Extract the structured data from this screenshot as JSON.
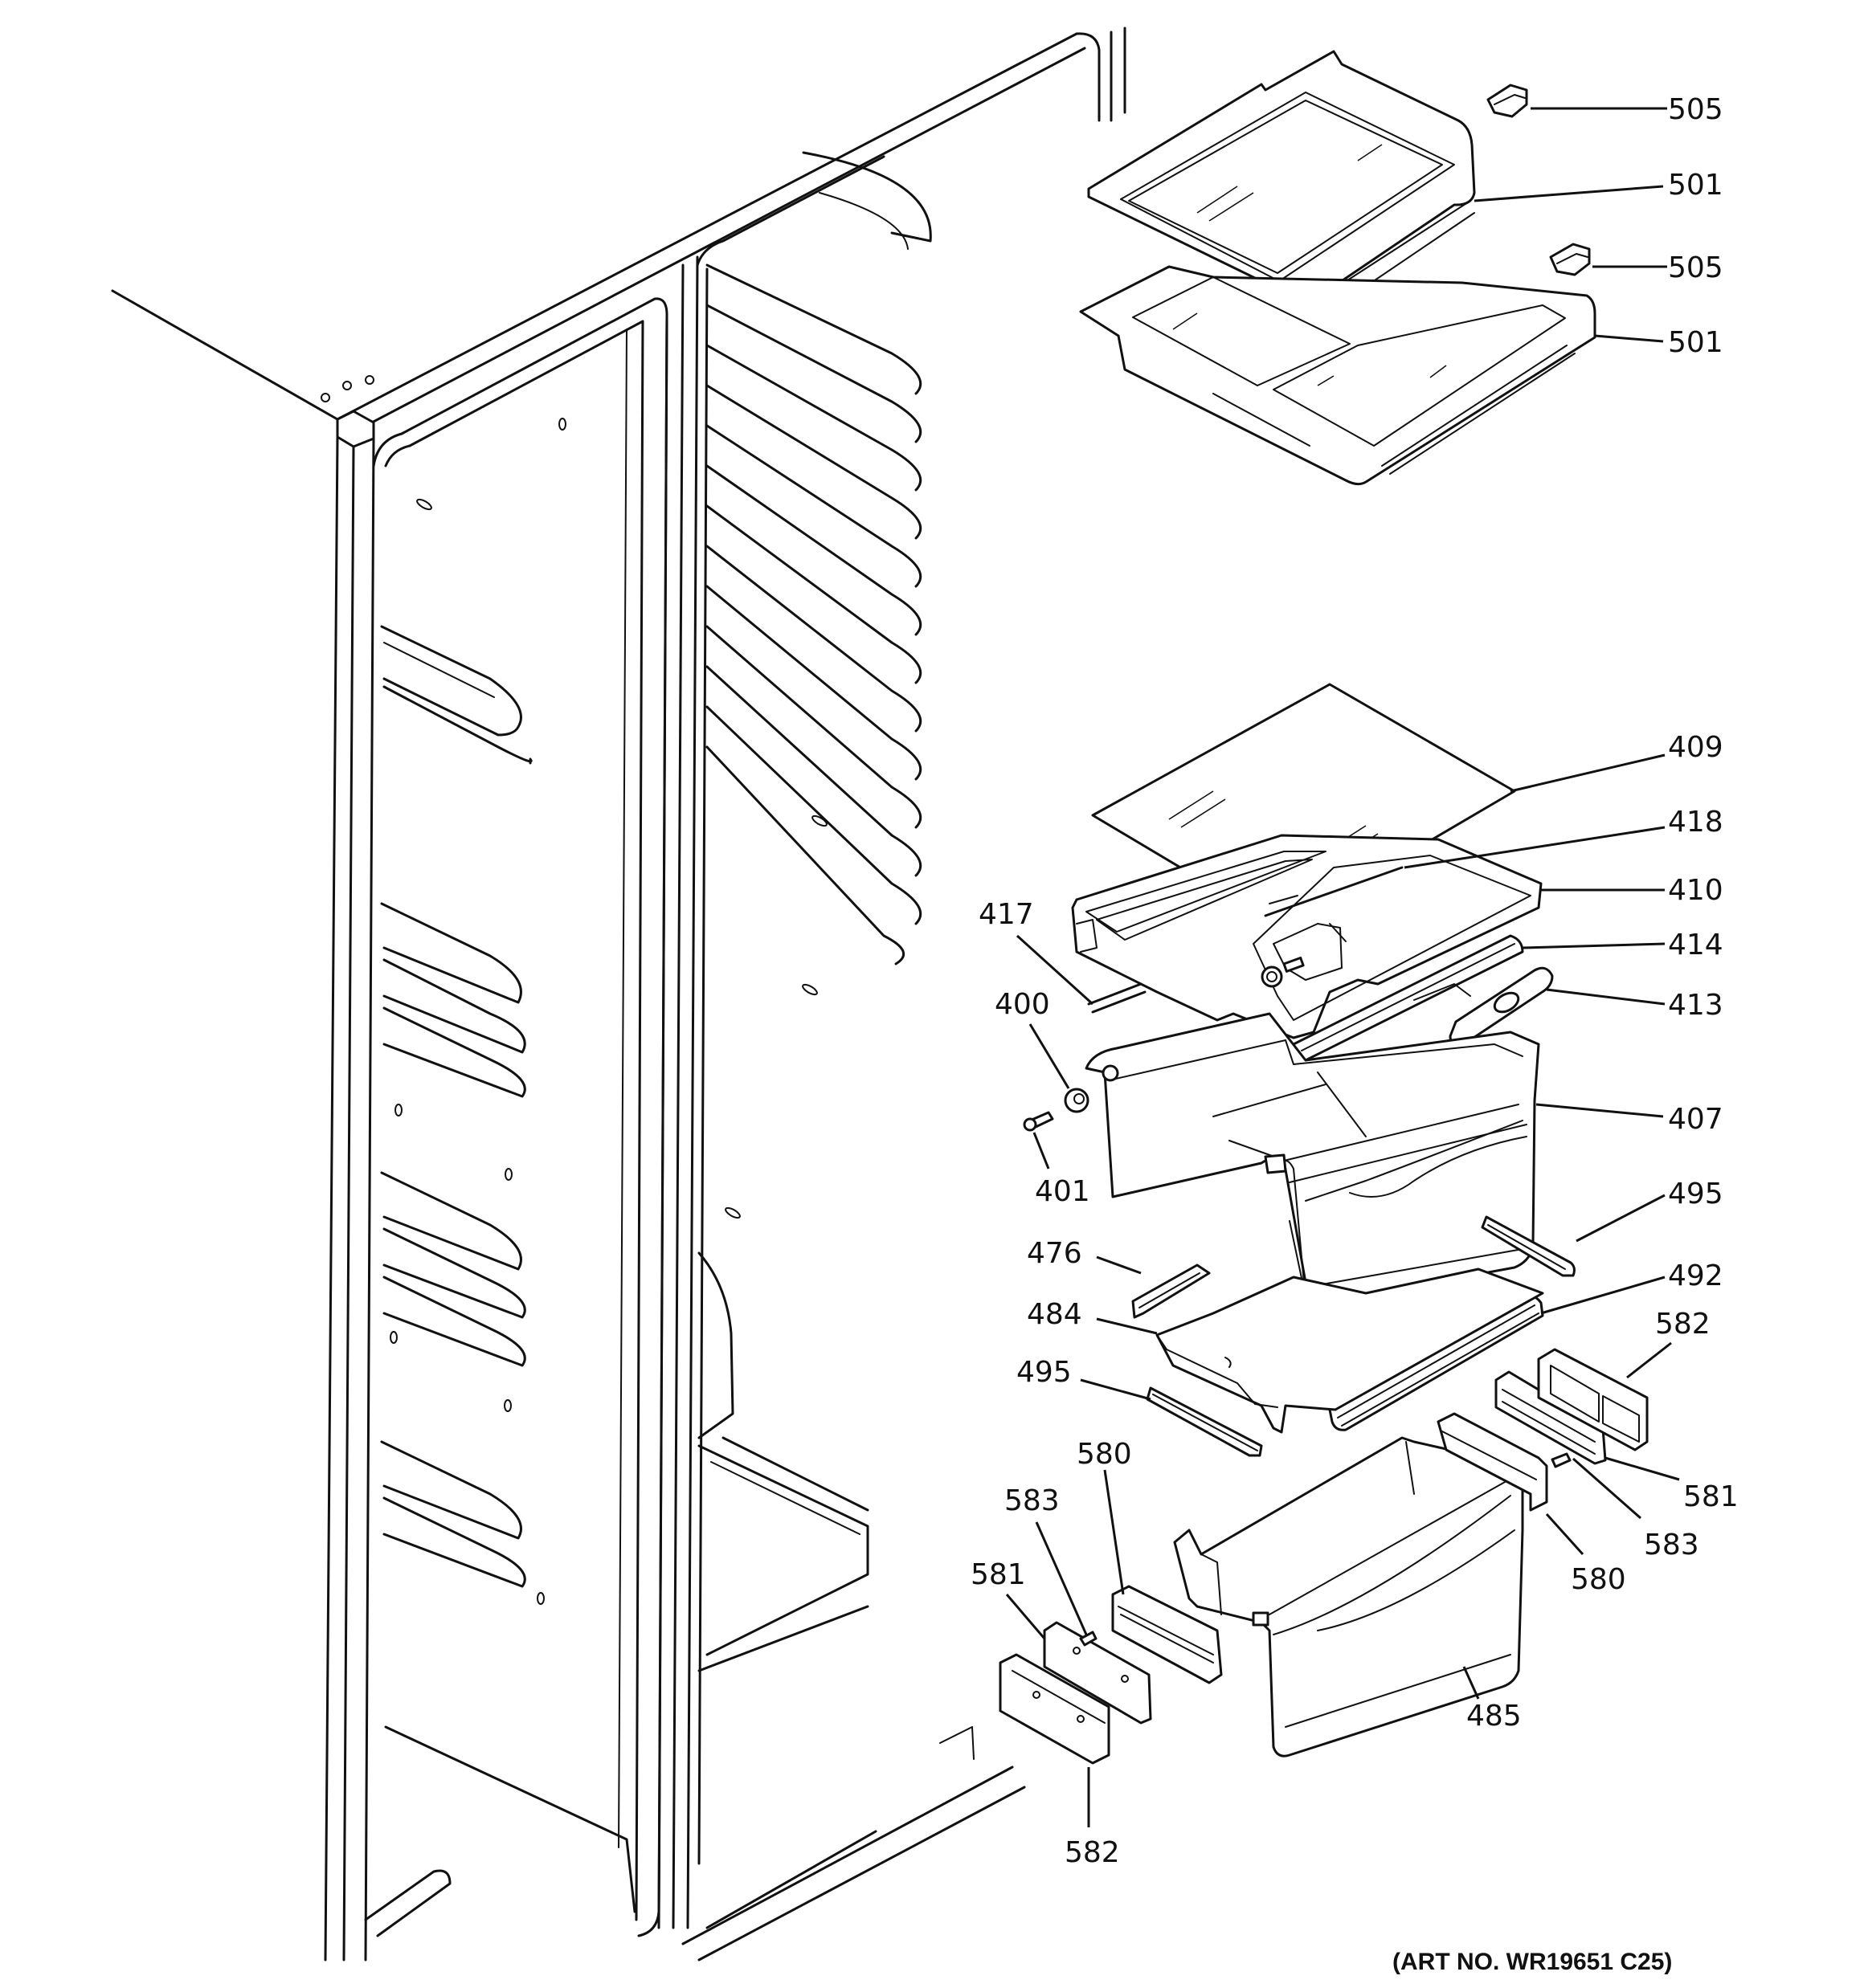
{
  "art_number": "(ART NO. WR19651 C25)",
  "callouts": [
    {
      "id": "c505a",
      "number": "505"
    },
    {
      "id": "c501a",
      "number": "501"
    },
    {
      "id": "c505b",
      "number": "505"
    },
    {
      "id": "c501b",
      "number": "501"
    },
    {
      "id": "c409",
      "number": "409"
    },
    {
      "id": "c418",
      "number": "418"
    },
    {
      "id": "c410",
      "number": "410"
    },
    {
      "id": "c414",
      "number": "414"
    },
    {
      "id": "c413",
      "number": "413"
    },
    {
      "id": "c417",
      "number": "417"
    },
    {
      "id": "c400",
      "number": "400"
    },
    {
      "id": "c401",
      "number": "401"
    },
    {
      "id": "c407",
      "number": "407"
    },
    {
      "id": "c495a",
      "number": "495"
    },
    {
      "id": "c476",
      "number": "476"
    },
    {
      "id": "c492",
      "number": "492"
    },
    {
      "id": "c484",
      "number": "484"
    },
    {
      "id": "c582a",
      "number": "582"
    },
    {
      "id": "c495b",
      "number": "495"
    },
    {
      "id": "c580a",
      "number": "580"
    },
    {
      "id": "c581a",
      "number": "581"
    },
    {
      "id": "c583a",
      "number": "583"
    },
    {
      "id": "c583b",
      "number": "583"
    },
    {
      "id": "c581b",
      "number": "581"
    },
    {
      "id": "c580b",
      "number": "580"
    },
    {
      "id": "c485",
      "number": "485"
    },
    {
      "id": "c582b",
      "number": "582"
    }
  ]
}
